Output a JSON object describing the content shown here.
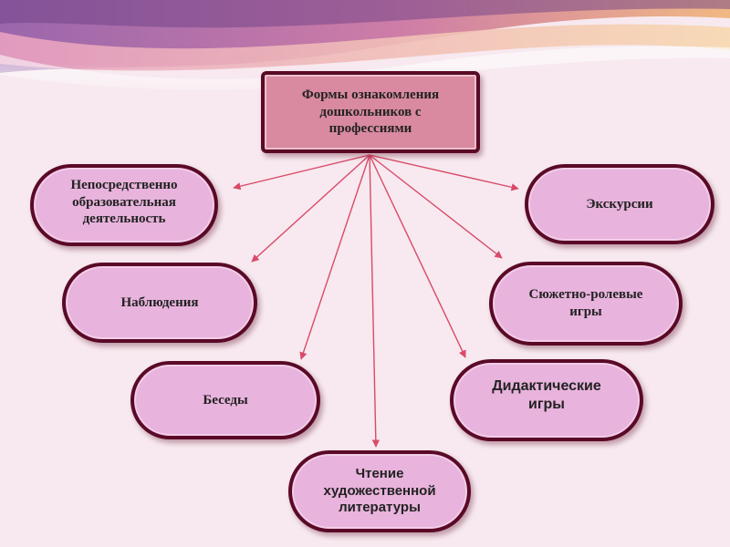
{
  "diagram": {
    "root": {
      "lines": [
        "Формы ознакомления",
        "дошкольников с",
        "профессиями"
      ]
    },
    "nodes": {
      "direct": [
        "Непосредственно",
        "образовательная",
        "деятельность"
      ],
      "observation": [
        "Наблюдения"
      ],
      "conversations": [
        "Беседы"
      ],
      "reading": [
        "Чтение",
        "художественной",
        "литературы"
      ],
      "excursions": [
        "Экскурсии"
      ],
      "role_play": [
        "Сюжетно-ролевые",
        "игры"
      ],
      "didactic": [
        "Дидактические",
        "игры"
      ]
    }
  },
  "colors": {
    "pill_fill": "#e8b3dc",
    "root_fill": "#d98aa0",
    "border": "#5a0a26",
    "arrow": "#d94a6a",
    "background": "#f7e9ef"
  }
}
